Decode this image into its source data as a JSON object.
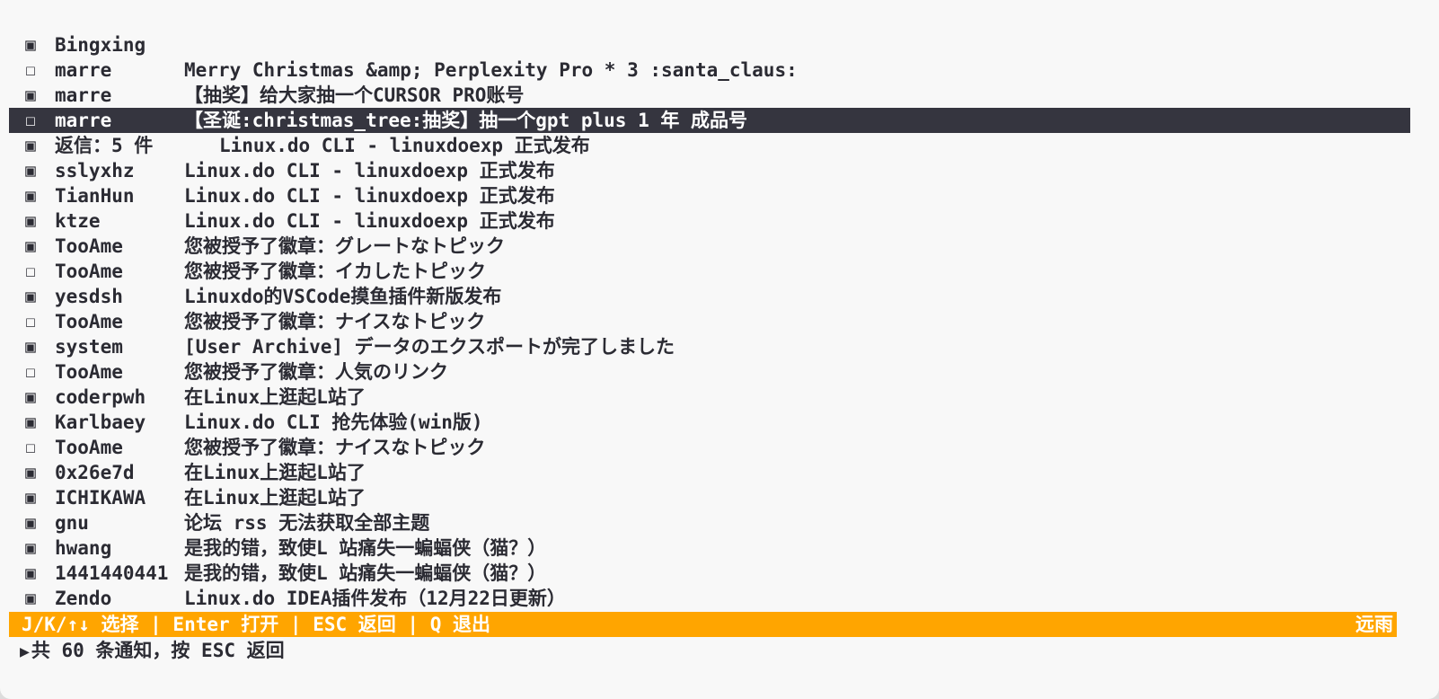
{
  "notifications": [
    {
      "read": true,
      "author": "Bingxing",
      "title": ""
    },
    {
      "read": false,
      "author": "marre",
      "title": "Merry Christmas &amp; Perplexity Pro * 3 :santa_claus:"
    },
    {
      "read": true,
      "author": "marre",
      "title": "【抽奖】给大家抽一个CURSOR PRO账号"
    },
    {
      "read": false,
      "author": "marre",
      "title": "【圣诞:christmas_tree:抽奖】抽一个gpt plus 1 年 成品号"
    },
    {
      "read": true,
      "author": "返信：5 件",
      "title": "Linux.do CLI - linuxdoexp 正式发布"
    },
    {
      "read": true,
      "author": "sslyxhz",
      "title": "Linux.do CLI - linuxdoexp 正式发布"
    },
    {
      "read": true,
      "author": "TianHun",
      "title": "Linux.do CLI - linuxdoexp 正式发布"
    },
    {
      "read": true,
      "author": "ktze",
      "title": "Linux.do CLI - linuxdoexp 正式发布"
    },
    {
      "read": true,
      "author": "TooAme",
      "title": "您被授予了徽章：グレートなトピック"
    },
    {
      "read": false,
      "author": "TooAme",
      "title": "您被授予了徽章：イカしたトピック"
    },
    {
      "read": true,
      "author": "yesdsh",
      "title": "Linuxdo的VSCode摸鱼插件新版发布"
    },
    {
      "read": false,
      "author": "TooAme",
      "title": "您被授予了徽章：ナイスなトピック"
    },
    {
      "read": true,
      "author": "system",
      "title": "[User Archive] データのエクスポートが完了しました"
    },
    {
      "read": false,
      "author": "TooAme",
      "title": "您被授予了徽章：人気のリンク"
    },
    {
      "read": true,
      "author": "coderpwh",
      "title": "在Linux上逛起L站了"
    },
    {
      "read": true,
      "author": "Karlbaey",
      "title": "Linux.do CLI 抢先体验(win版)"
    },
    {
      "read": false,
      "author": "TooAme",
      "title": "您被授予了徽章：ナイスなトピック"
    },
    {
      "read": true,
      "author": "0x26e7d",
      "title": "在Linux上逛起L站了"
    },
    {
      "read": true,
      "author": "ICHIKAWA",
      "title": "在Linux上逛起L站了"
    },
    {
      "read": true,
      "author": "gnu",
      "title": "论坛 rss 无法获取全部主题"
    },
    {
      "read": true,
      "author": "hwang",
      "title": "是我的错，致使L 站痛失一蝙蝠侠（猫？）"
    },
    {
      "read": true,
      "author": "1441440441",
      "title": "是我的错，致使L 站痛失一蝙蝠侠（猫？）"
    },
    {
      "read": true,
      "author": "Zendo",
      "title": "Linux.do IDEA插件发布（12月22日更新）"
    }
  ],
  "marks": {
    "read": "▣",
    "unread": "☐"
  },
  "statusbar": {
    "keys": "J/K/↑↓ 选择 | Enter 打开 | ESC 返回 | Q 退出",
    "user": "远雨",
    "bg_color": "#ffa500"
  },
  "selected_row_color": "#35353f",
  "footer": {
    "arrow": "▶",
    "text": "共 60 条通知，按 ESC 返回"
  }
}
